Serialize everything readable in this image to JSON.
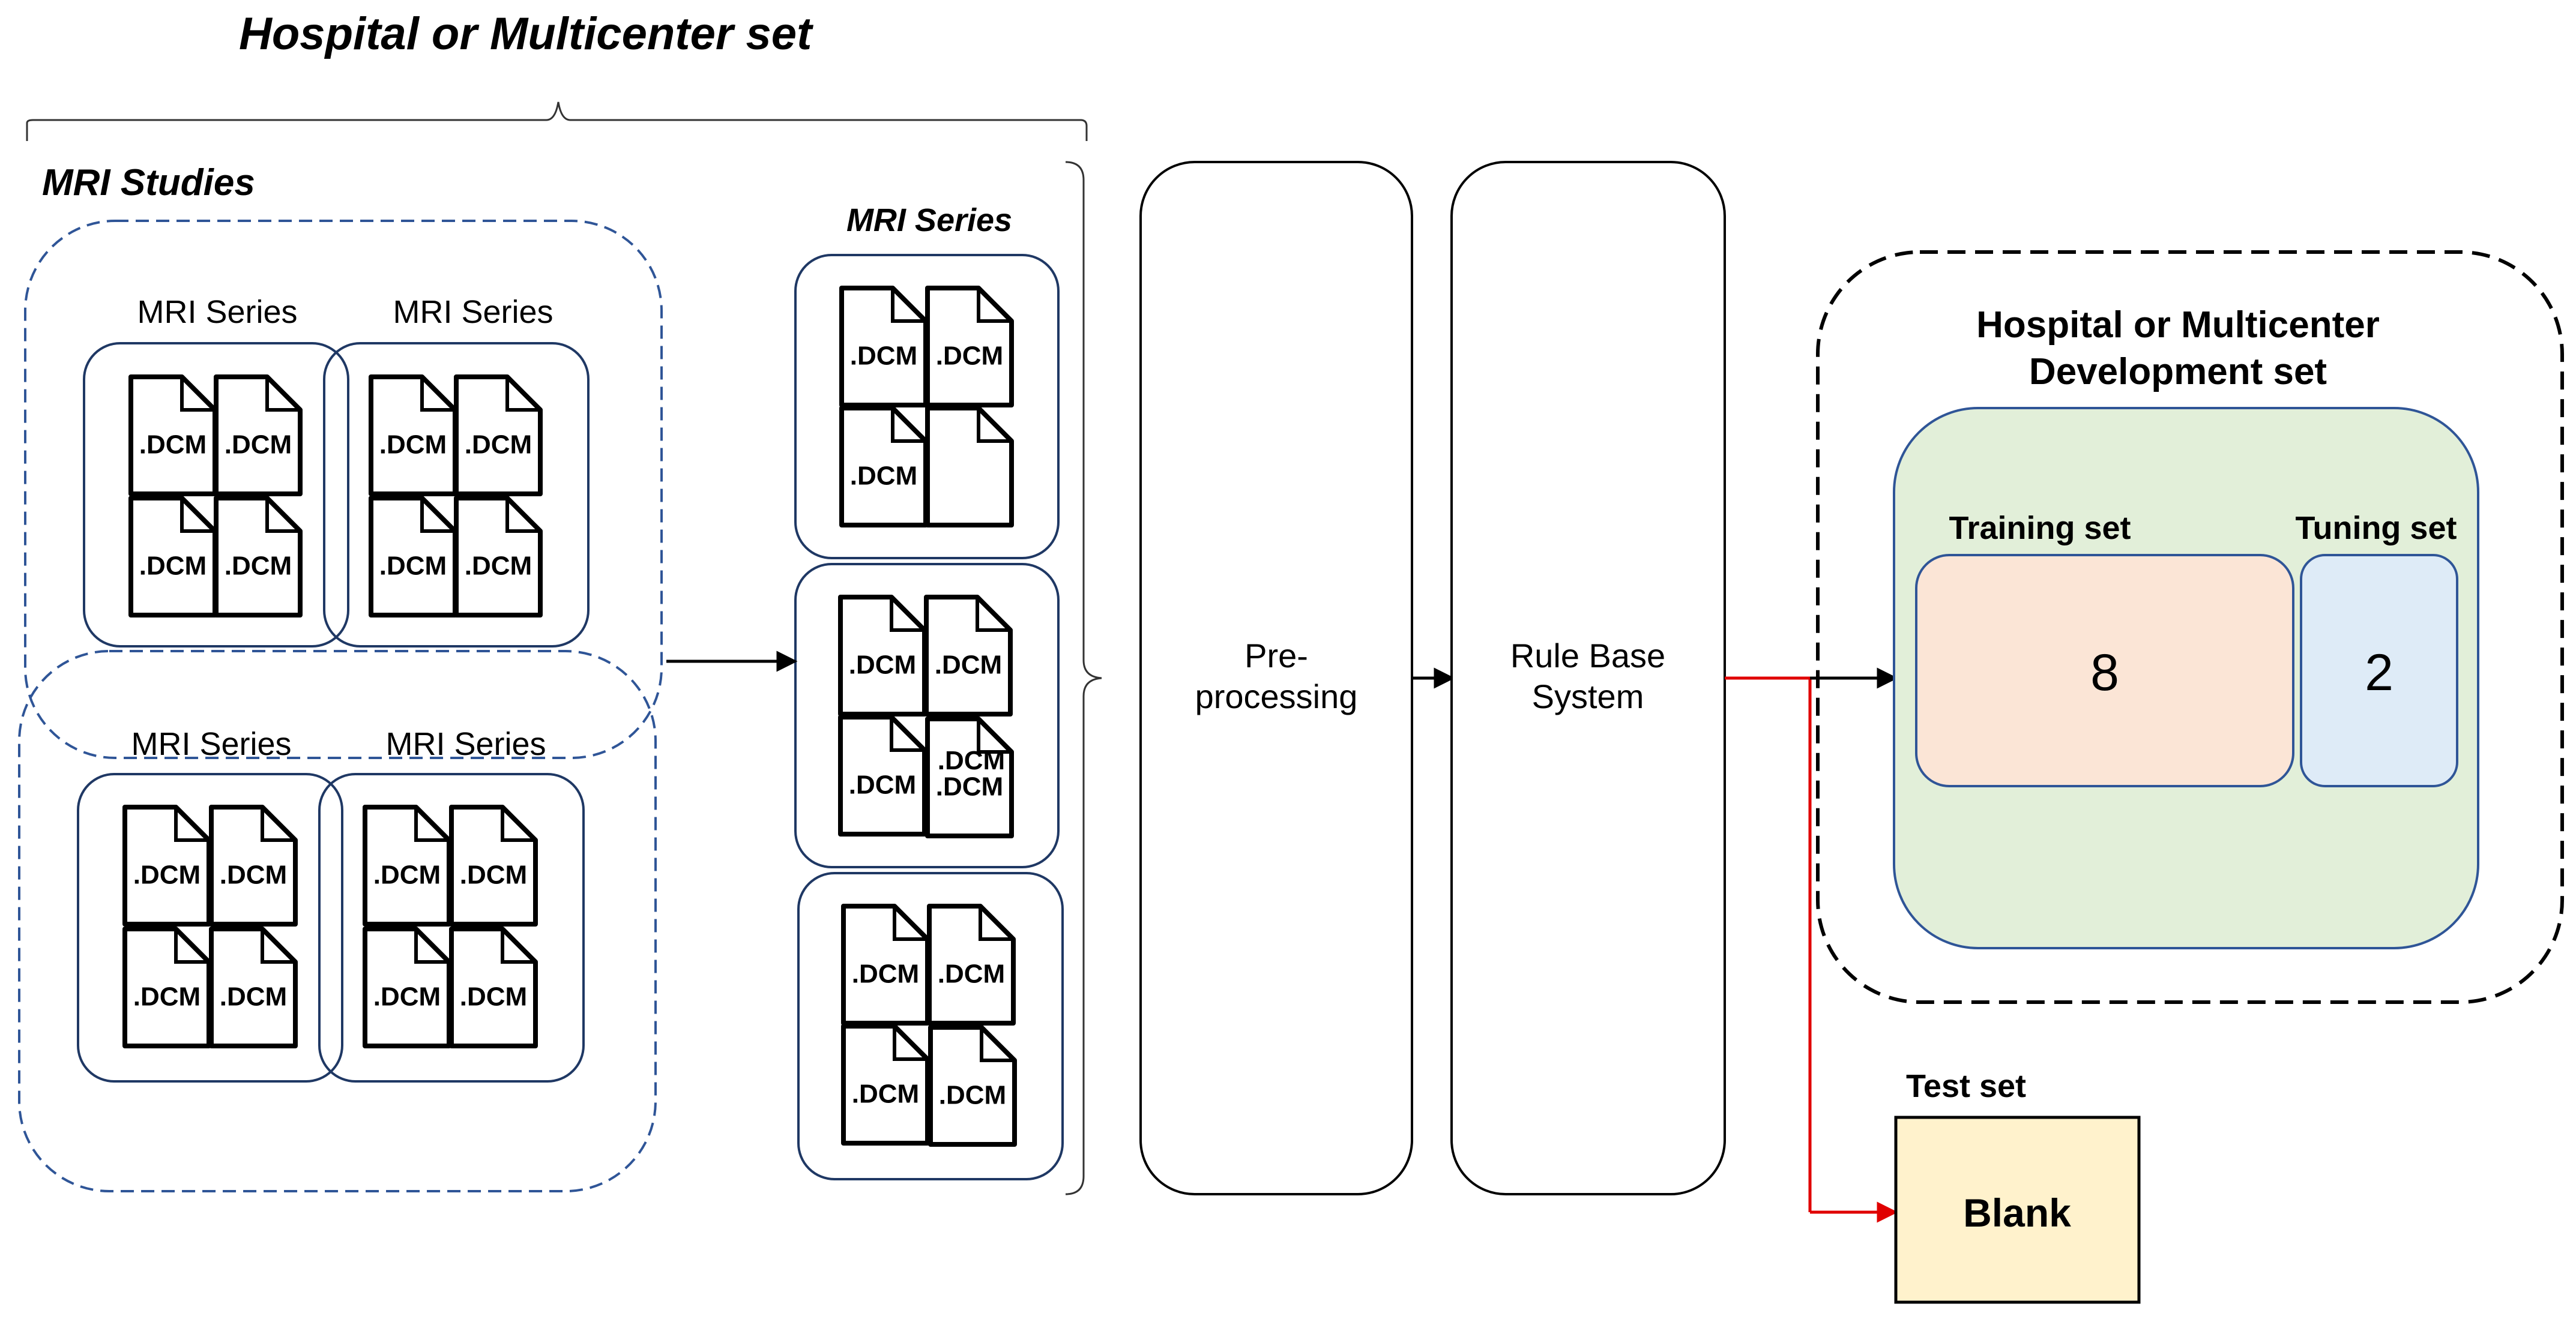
{
  "title": "Hospital or Multicenter set",
  "studies": {
    "title": "MRI Studies",
    "series_label": "MRI Series",
    "file_label": ".DCM"
  },
  "series": {
    "title": "MRI Series",
    "extra_file_label": ".DCM"
  },
  "steps": {
    "preprocessing_line1": "Pre-",
    "preprocessing_line2": "processing",
    "rule_line1": "Rule Base",
    "rule_line2": "System"
  },
  "development": {
    "title_line1": "Hospital or Multicenter",
    "title_line2": "Development set",
    "training_label": "Training set",
    "training_value": "8",
    "tuning_label": "Tuning set",
    "tuning_value": "2"
  },
  "test": {
    "label": "Test set",
    "value": "Blank"
  },
  "colors": {
    "navy": "#1f3864",
    "dashed_blue": "#2f5597",
    "black": "#000000",
    "red_arrow": "#e00000",
    "development_fill": "#e2efd9",
    "training_fill": "#fbe5d6",
    "tuning_fill": "#deebf7",
    "test_fill": "#fff2cc"
  }
}
